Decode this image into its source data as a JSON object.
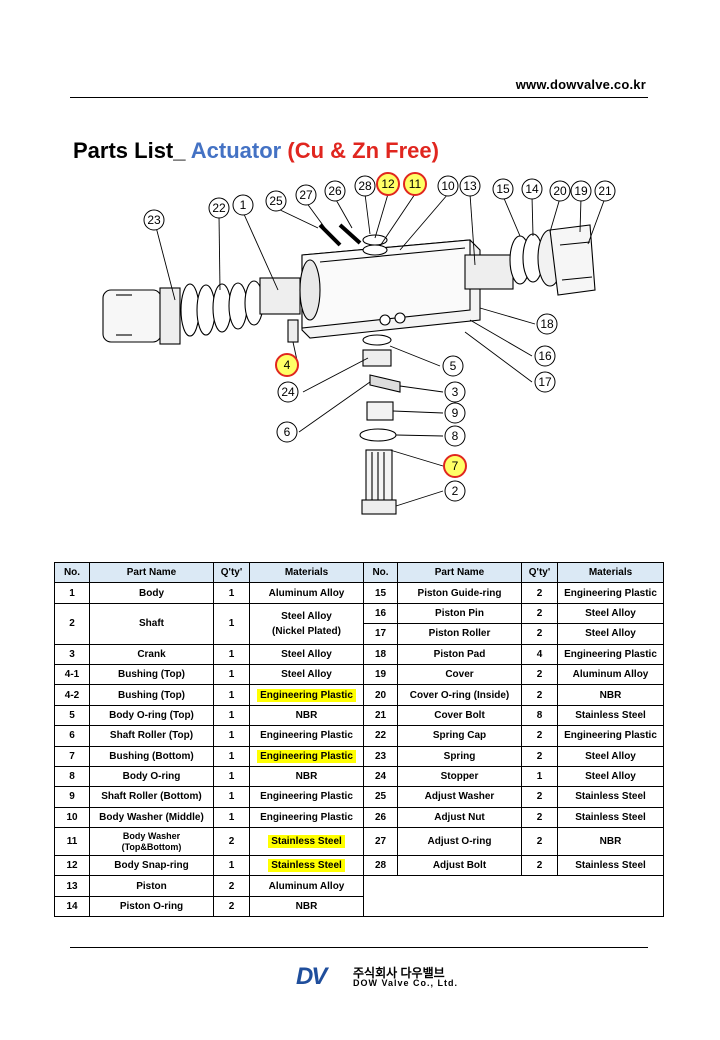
{
  "header": {
    "url": "www.dowvalve.co.kr"
  },
  "title": {
    "prefix": "Parts List_",
    "main": "Actuator",
    "suffix": "(Cu & Zn Free)"
  },
  "diagram": {
    "highlighted": [
      "12",
      "11",
      "4",
      "7"
    ],
    "callouts": [
      "23",
      "22",
      "1",
      "25",
      "27",
      "26",
      "28",
      "12",
      "11",
      "10",
      "13",
      "15",
      "14",
      "20",
      "19",
      "21",
      "18",
      "16",
      "17",
      "4",
      "5",
      "24",
      "3",
      "9",
      "6",
      "8",
      "7",
      "2"
    ]
  },
  "table": {
    "headers": [
      "No.",
      "Part Name",
      "Q'ty'",
      "Materials",
      "No.",
      "Part Name",
      "Q'ty'",
      "Materials"
    ],
    "left": [
      {
        "no": "1",
        "name": "Body",
        "qty": "1",
        "mat": "Aluminum Alloy"
      },
      {
        "no": "2",
        "name": "Shaft",
        "qty": "1",
        "mat": "Steel Alloy",
        "mat2": "(Nickel Plated)"
      },
      {
        "no": "3",
        "name": "Crank",
        "qty": "1",
        "mat": "Steel Alloy"
      },
      {
        "no": "4-1",
        "name": "Bushing (Top)",
        "qty": "1",
        "mat": "Steel Alloy"
      },
      {
        "no": "4-2",
        "name": "Bushing (Top)",
        "qty": "1",
        "mat": "Engineering Plastic"
      },
      {
        "no": "5",
        "name": "Body O-ring (Top)",
        "qty": "1",
        "mat": "NBR"
      },
      {
        "no": "6",
        "name": "Shaft Roller (Top)",
        "qty": "1",
        "mat": "Engineering Plastic"
      },
      {
        "no": "7",
        "name": "Bushing (Bottom)",
        "qty": "1",
        "mat": "Engineering Plastic"
      },
      {
        "no": "8",
        "name": "Body O-ring",
        "qty": "1",
        "mat": "NBR"
      },
      {
        "no": "9",
        "name": "Shaft Roller (Bottom)",
        "qty": "1",
        "mat": "Engineering Plastic"
      },
      {
        "no": "10",
        "name": "Body Washer (Middle)",
        "qty": "1",
        "mat": "Engineering Plastic"
      },
      {
        "no": "11",
        "name": "Body Washer",
        "name2": "(Top&Bottom)",
        "qty": "2",
        "mat": "Stainless Steel"
      },
      {
        "no": "12",
        "name": "Body Snap-ring",
        "qty": "1",
        "mat": "Stainless Steel"
      },
      {
        "no": "13",
        "name": "Piston",
        "qty": "2",
        "mat": "Aluminum Alloy"
      },
      {
        "no": "14",
        "name": "Piston O-ring",
        "qty": "2",
        "mat": "NBR"
      }
    ],
    "right": [
      {
        "no": "15",
        "name": "Piston Guide-ring",
        "qty": "2",
        "mat": "Engineering Plastic"
      },
      {
        "no": "16",
        "name": "Piston Pin",
        "qty": "2",
        "mat": "Steel Alloy"
      },
      {
        "no": "17",
        "name": "Piston Roller",
        "qty": "2",
        "mat": "Steel Alloy"
      },
      {
        "no": "18",
        "name": "Piston Pad",
        "qty": "4",
        "mat": "Engineering Plastic"
      },
      {
        "no": "19",
        "name": "Cover",
        "qty": "2",
        "mat": "Aluminum Alloy"
      },
      {
        "no": "20",
        "name": "Cover O-ring (Inside)",
        "qty": "2",
        "mat": "NBR"
      },
      {
        "no": "21",
        "name": "Cover Bolt",
        "qty": "8",
        "mat": "Stainless Steel"
      },
      {
        "no": "22",
        "name": "Spring Cap",
        "qty": "2",
        "mat": "Engineering Plastic"
      },
      {
        "no": "23",
        "name": "Spring",
        "qty": "2",
        "mat": "Steel Alloy"
      },
      {
        "no": "24",
        "name": "Stopper",
        "qty": "1",
        "mat": "Steel Alloy"
      },
      {
        "no": "25",
        "name": "Adjust Washer",
        "qty": "2",
        "mat": "Stainless Steel"
      },
      {
        "no": "26",
        "name": "Adjust Nut",
        "qty": "2",
        "mat": "Stainless Steel"
      },
      {
        "no": "27",
        "name": "Adjust O-ring",
        "qty": "2",
        "mat": "NBR"
      },
      {
        "no": "28",
        "name": "Adjust Bolt",
        "qty": "2",
        "mat": "Stainless Steel"
      }
    ]
  },
  "footer": {
    "logo_mark": "DV",
    "company_kr": "주식회사 다우밸브",
    "company_en": "DOW Valve Co., Ltd."
  }
}
